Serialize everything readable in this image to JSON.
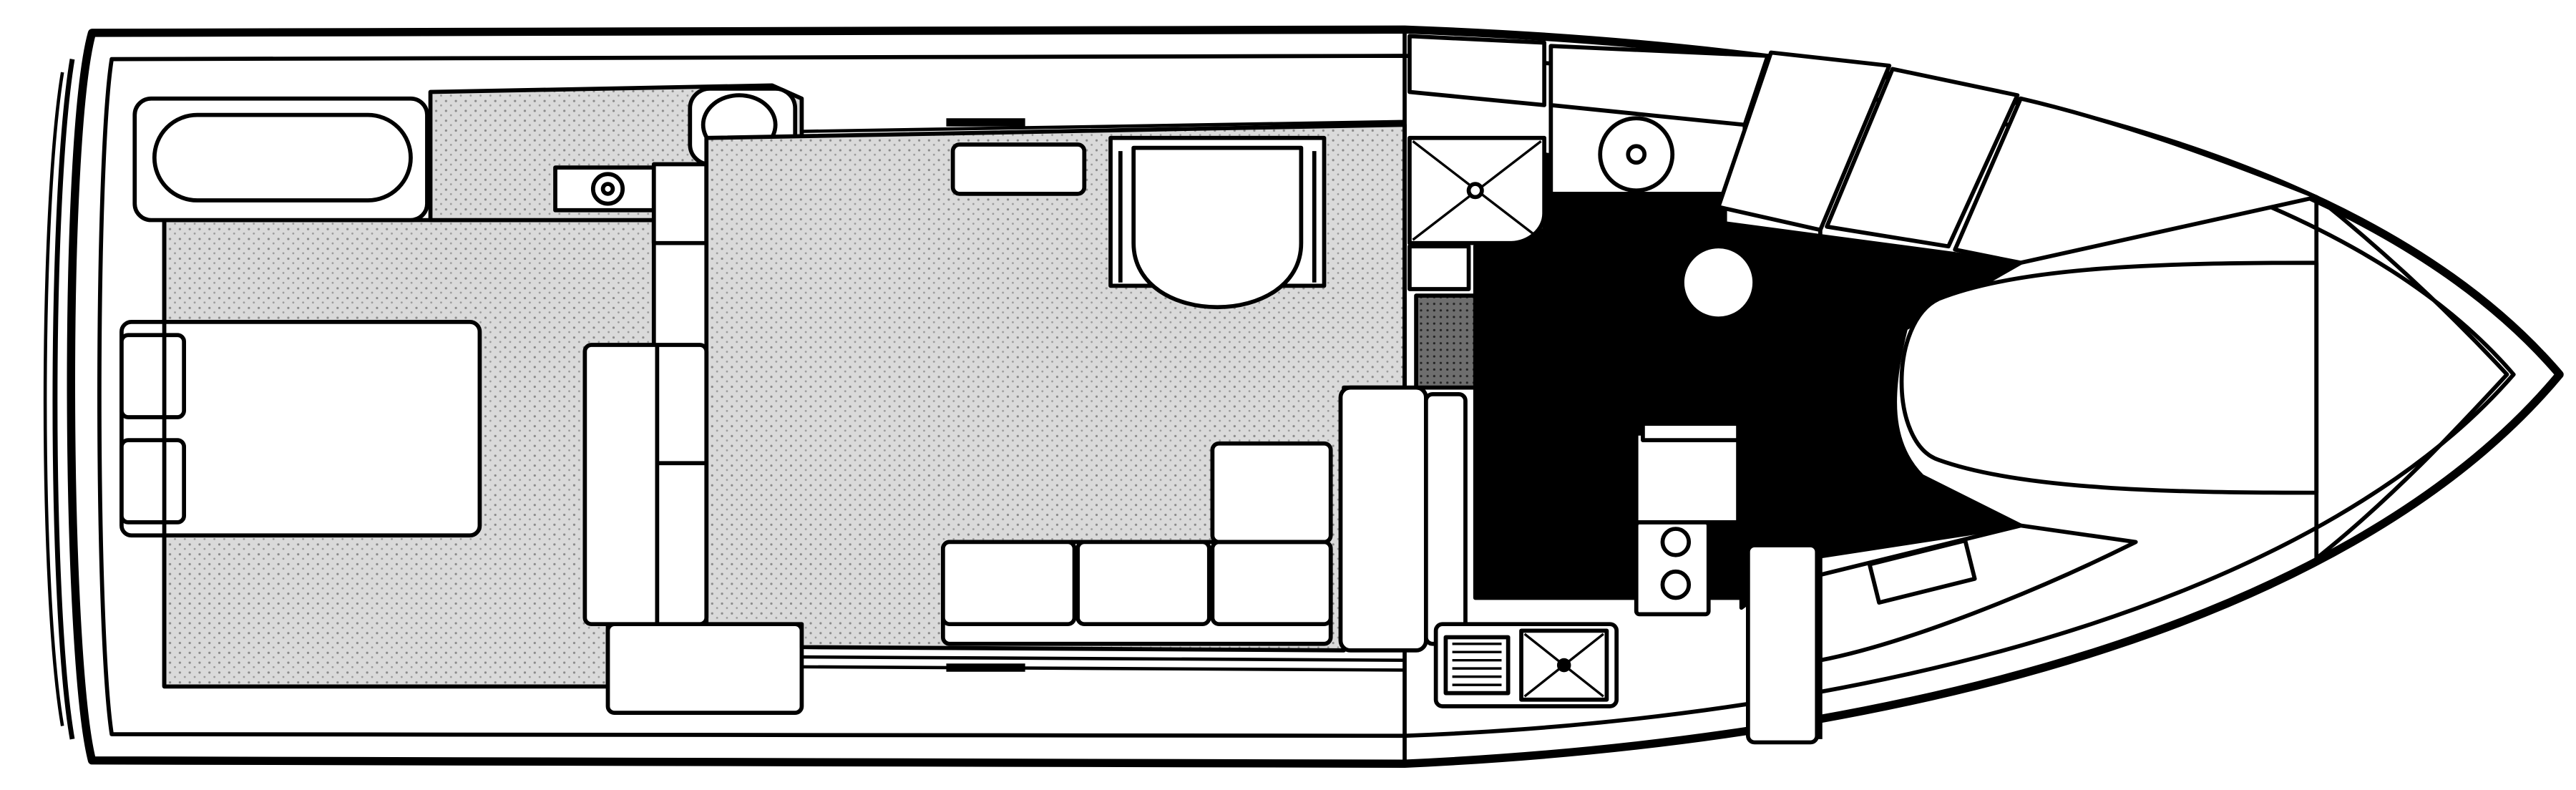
{
  "diagram": {
    "kind": "boat-deck-floor-plan",
    "orientation": "stern-left-bow-right",
    "labels": [],
    "colors": {
      "line": "#000000",
      "paper": "#ffffff",
      "carpet": "#d9d9d9",
      "carpet_dot": "#8a8a8a",
      "galley_floor": "#000000"
    },
    "areas": [
      {
        "id": "aft-stateroom",
        "fill": "carpet"
      },
      {
        "id": "head",
        "fill": "carpet"
      },
      {
        "id": "salon",
        "fill": "carpet"
      },
      {
        "id": "galley-helm",
        "fill": "galley_floor"
      },
      {
        "id": "v-berth",
        "fill": "paper"
      }
    ],
    "fixtures": [
      "bathtub",
      "toilet",
      "vanity-sink",
      "island-bed",
      "pillow",
      "pillow",
      "salon-settee",
      "l-shaped-sofa",
      "dinette-table",
      "helm-seat",
      "shower",
      "head-sink",
      "round-table",
      "stove-burners",
      "galley-sink",
      "refrigerator-grille",
      "bow-cushion"
    ]
  }
}
